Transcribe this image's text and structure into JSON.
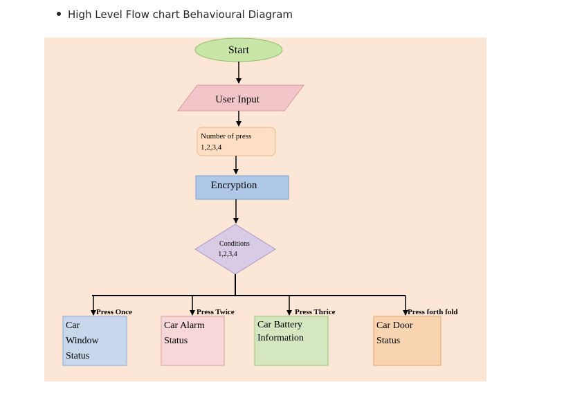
{
  "heading": {
    "text": "High Level Flow chart Behavioural Diagram"
  },
  "colors": {
    "background": "#fce6d6",
    "start_fill": "#c9e6a8",
    "input_fill": "#f2c5c8",
    "press_fill": "#fde0c4",
    "encrypt_fill": "#aec7e6",
    "cond_fill": "#d7cbe6",
    "window_fill": "#c8d7ec",
    "alarm_fill": "#f7d7d8",
    "battery_fill": "#d4e7c1",
    "door_fill": "#f9d4b1"
  },
  "nodes": {
    "start": "Start",
    "user_input": "User Input",
    "press_line1": "Number of press",
    "press_line2": "1,2,3,4",
    "encryption": "Encryption",
    "cond_line1": "Conditions",
    "cond_line2": "1,2,3,4"
  },
  "branches": [
    {
      "label": "Press Once",
      "lines": [
        "Car",
        "Window",
        "Status"
      ]
    },
    {
      "label": "Press Twice",
      "lines": [
        "Car Alarm",
        "Status"
      ]
    },
    {
      "label": "Press Thrice",
      "lines": [
        "Car Battery",
        "Information"
      ]
    },
    {
      "label": "Press forth fold",
      "lines": [
        "Car Door",
        "Status"
      ]
    }
  ]
}
